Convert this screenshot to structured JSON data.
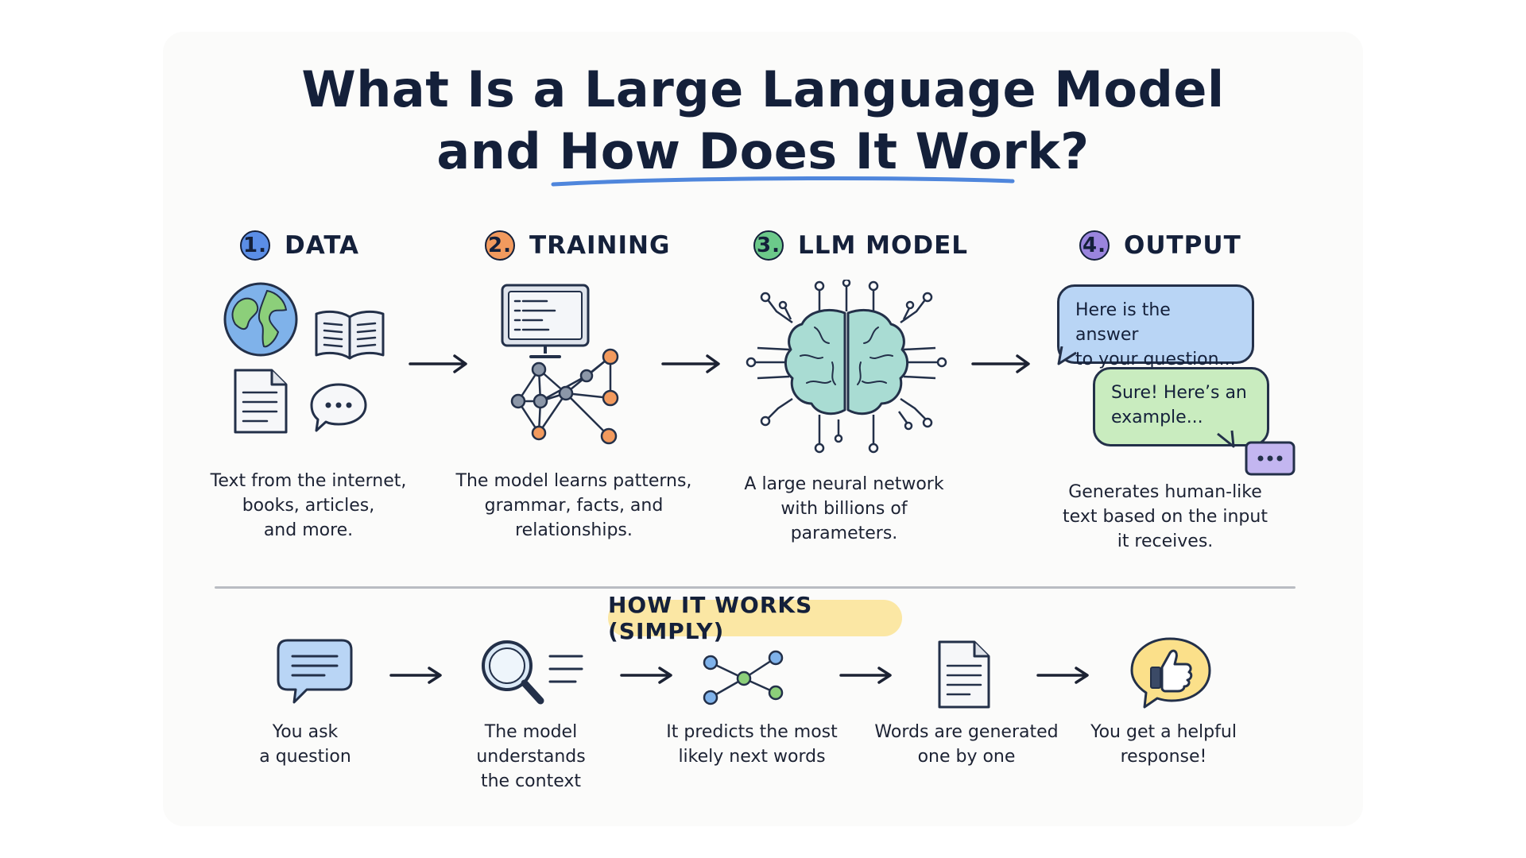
{
  "title": {
    "line1": "What Is a Large Language Model",
    "line2": "and How Does It Work?"
  },
  "steps": [
    {
      "number": "1.",
      "label": "DATA",
      "color": "#5b8ee6",
      "description": [
        "Text from the internet,",
        "books, articles,",
        "and more."
      ]
    },
    {
      "number": "2.",
      "label": "TRAINING",
      "color": "#f29a5e",
      "description": [
        "The model learns patterns,",
        "grammar, facts, and",
        "relationships."
      ]
    },
    {
      "number": "3.",
      "label": "LLM MODEL",
      "color": "#6cc98a",
      "description": [
        "A large neural network",
        "with billions of",
        "parameters."
      ]
    },
    {
      "number": "4.",
      "label": "OUTPUT",
      "color": "#9a85de",
      "description": [
        "Generates human-like",
        "text based on the input",
        "it  receives."
      ]
    }
  ],
  "output_bubbles": {
    "answer_line1": "Here is the answer",
    "answer_line2": "to your question...",
    "example_line1": "Sure! Here’s an",
    "example_line2": "example..."
  },
  "how_it_works": {
    "heading": "HOW IT WORKS (SIMPLY)",
    "steps": [
      {
        "line1": "You ask",
        "line2": "a question"
      },
      {
        "line1": "The model understands",
        "line2": "the context"
      },
      {
        "line1": "It predicts the most",
        "line2": "likely next words"
      },
      {
        "line1": "Words are generated",
        "line2": "one by one"
      },
      {
        "line1": "You get a helpful",
        "line2": "response!"
      }
    ]
  },
  "colors": {
    "ink": "#14203a",
    "accent_blue": "#5b8ee6",
    "pill_yellow": "#fbe7a4",
    "brain_teal": "#a9dcd3"
  }
}
